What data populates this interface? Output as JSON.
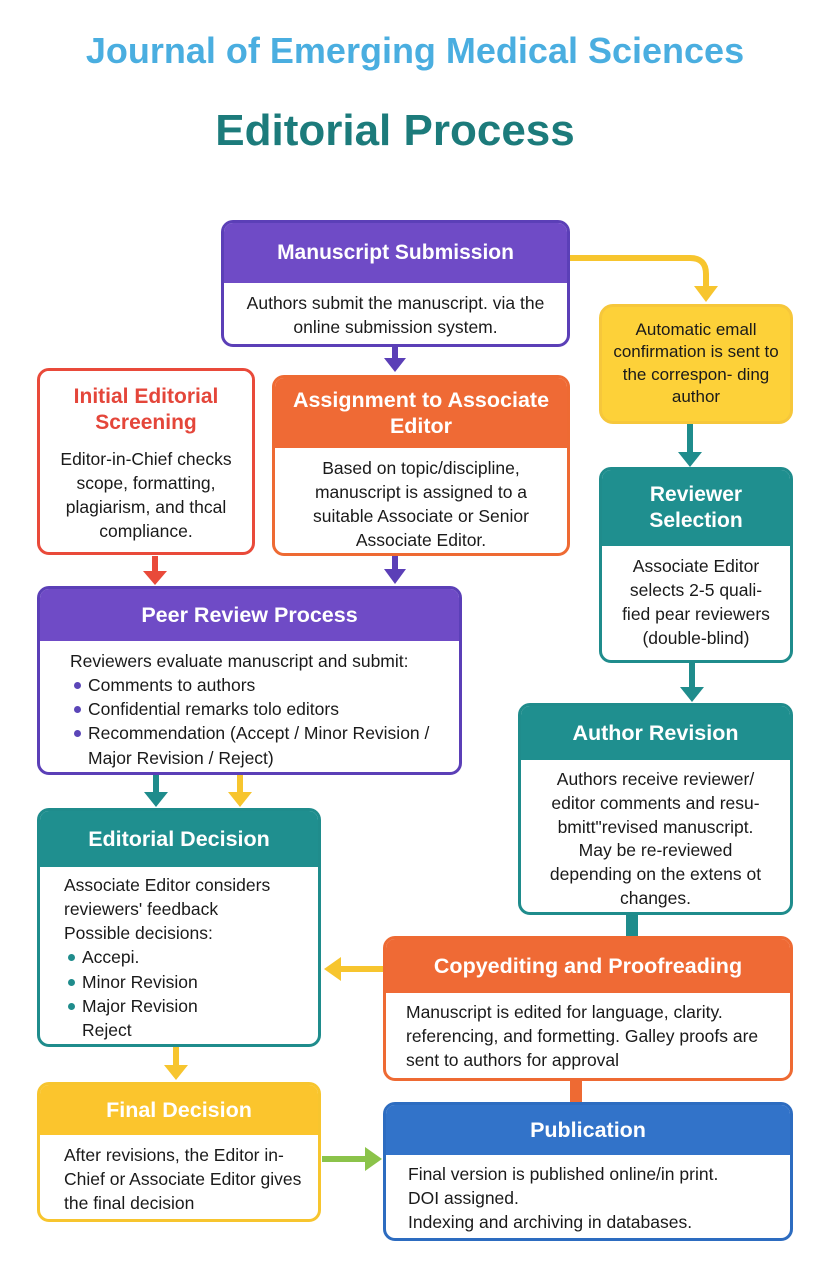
{
  "header": {
    "journal": "Journal of Emerging Medical Sciences",
    "process": "Editorial Process"
  },
  "steps": {
    "submission": {
      "title": "Manuscript Submission",
      "text": "Authors submit the manuscript. via the online submission system."
    },
    "email": {
      "text": "Automatic emall confirmation is sent to the correspon- ding author"
    },
    "screening": {
      "title": "Initial Editorial Screening",
      "text": "Editor-in-Chief checks scope, formatting, plagiarism, and thcal compliance."
    },
    "assignment": {
      "title": "Assignment to Associate Editor",
      "text": "Based on topic/discipline, manuscript is assigned to a suitable Associate or Senior Associate Editor."
    },
    "reviewer_selection": {
      "title": "Reviewer Selection",
      "text": "Associate Editor selects 2-5 quali- fied pear reviewers (double-blind)"
    },
    "peer_review": {
      "title": "Peer Review Process",
      "intro": "Reviewers evaluate manuscript and submit:",
      "items": [
        "Comments to authors",
        "Confidential remarks tolo editors",
        "Recommendation (Accept / Minor Revision /",
        "Major Revision / Reject)"
      ]
    },
    "author_revision": {
      "title": "Author Revision",
      "text": "Authors receive reviewer/ editor comments and resu- bmitt\"revised manuscript. May be re-reviewed depending on the extens ot changes."
    },
    "editorial_decision": {
      "title": "Editorial Decision",
      "intro": "Associate Editor considers reviewers' feedback",
      "decisions_label": "Possible decisions:",
      "items": [
        "Accepi.",
        "Minor Revision",
        "Major Revision",
        "Reject"
      ]
    },
    "copyediting": {
      "title": "Copyediting and Proofreading",
      "text": "Manuscript is edited for language, clarity. referencing, and formetting. Galley proofs are sent to authors for approval"
    },
    "final_decision": {
      "title": "Final Decision",
      "text": "After revisions, the Editor in-Chief or Associate Editor gives the final decision"
    },
    "publication": {
      "title": "Publication",
      "lines": [
        "Final version is published online/in print.",
        "DOI assigned.",
        "Indexing and archiving in databases."
      ]
    }
  },
  "colors": {
    "purple": "#6f4bc6",
    "red": "#e4463a",
    "orange": "#ef6a35",
    "yellow": "#fbc52d",
    "teal": "#1f8f8f",
    "blue": "#3273c9",
    "green": "#8bc34a"
  }
}
